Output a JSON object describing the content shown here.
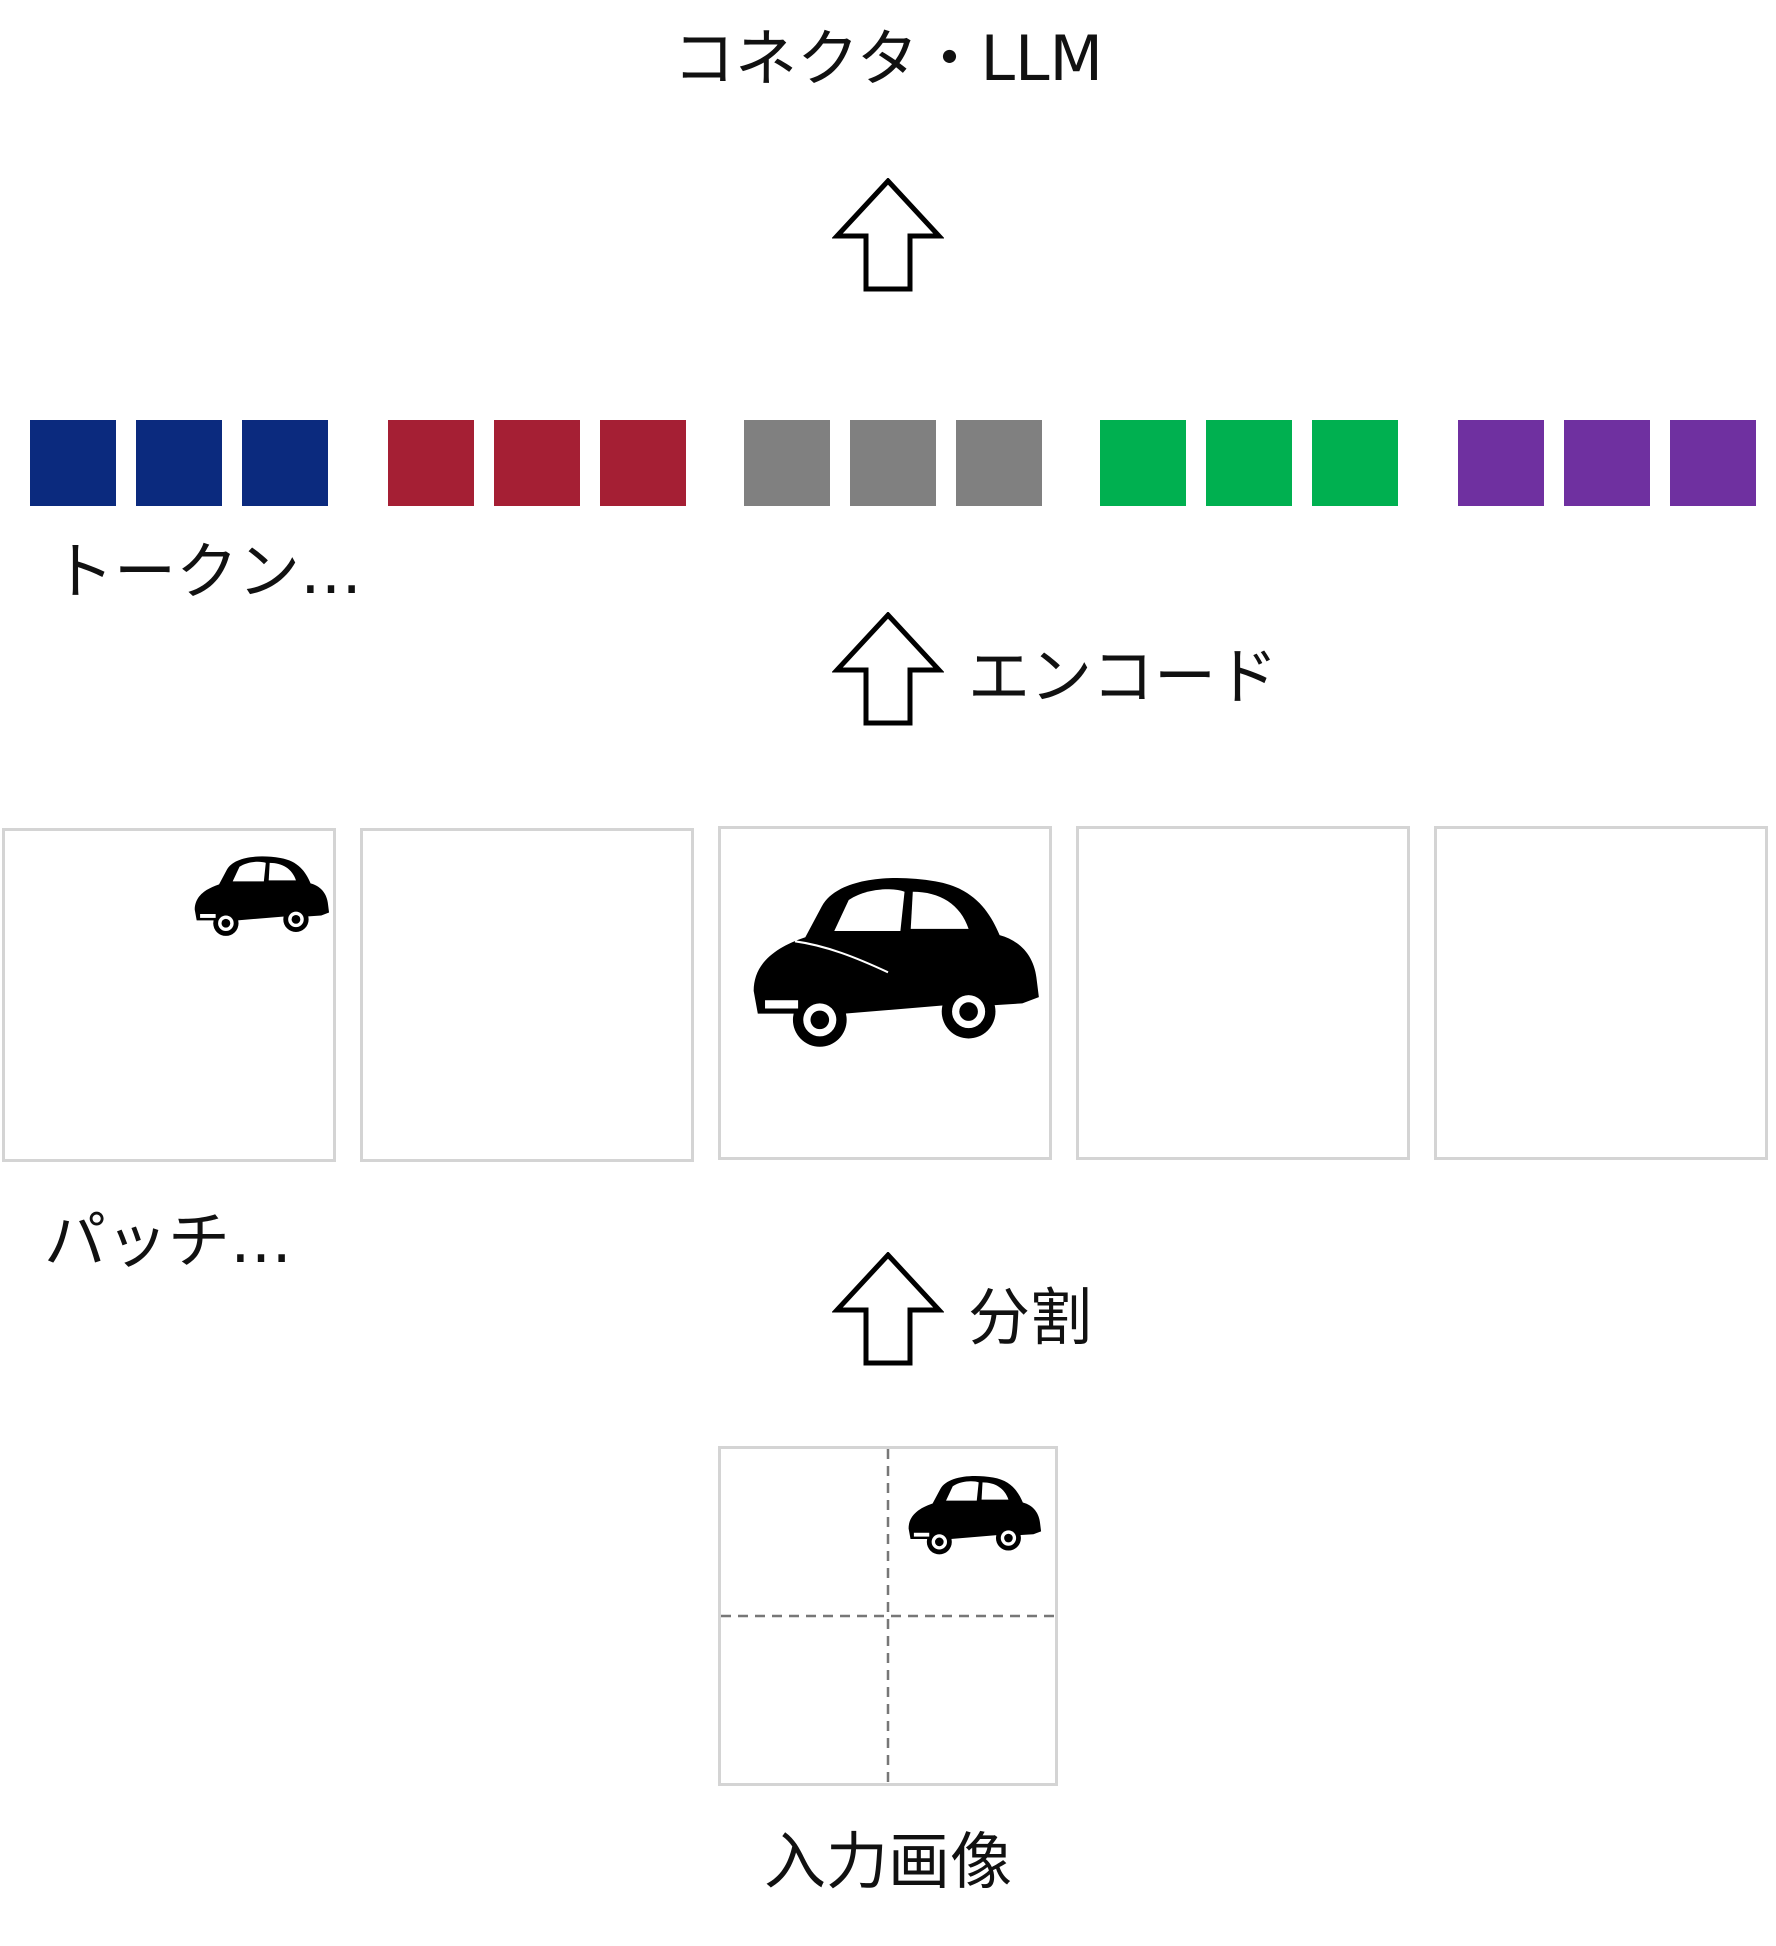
{
  "title": "コネクタ・LLM",
  "steps": {
    "encode_label": "エンコード",
    "split_label": "分割"
  },
  "tokens": {
    "label": "トークン…",
    "groups": [
      {
        "color": "#0b2a7e",
        "count": 3
      },
      {
        "color": "#a51f34",
        "count": 3
      },
      {
        "color": "#808080",
        "count": 3
      },
      {
        "color": "#00b050",
        "count": 3
      },
      {
        "color": "#6f30a0",
        "count": 3
      }
    ]
  },
  "patches": {
    "label": "パッチ…",
    "count": 5,
    "content": [
      "car-small",
      "empty",
      "car-large",
      "empty",
      "empty"
    ]
  },
  "input": {
    "label": "入力画像",
    "grid": "2x2",
    "content": "car-small"
  },
  "icons": {
    "arrow": "up-arrow-icon",
    "car": "car-icon"
  }
}
